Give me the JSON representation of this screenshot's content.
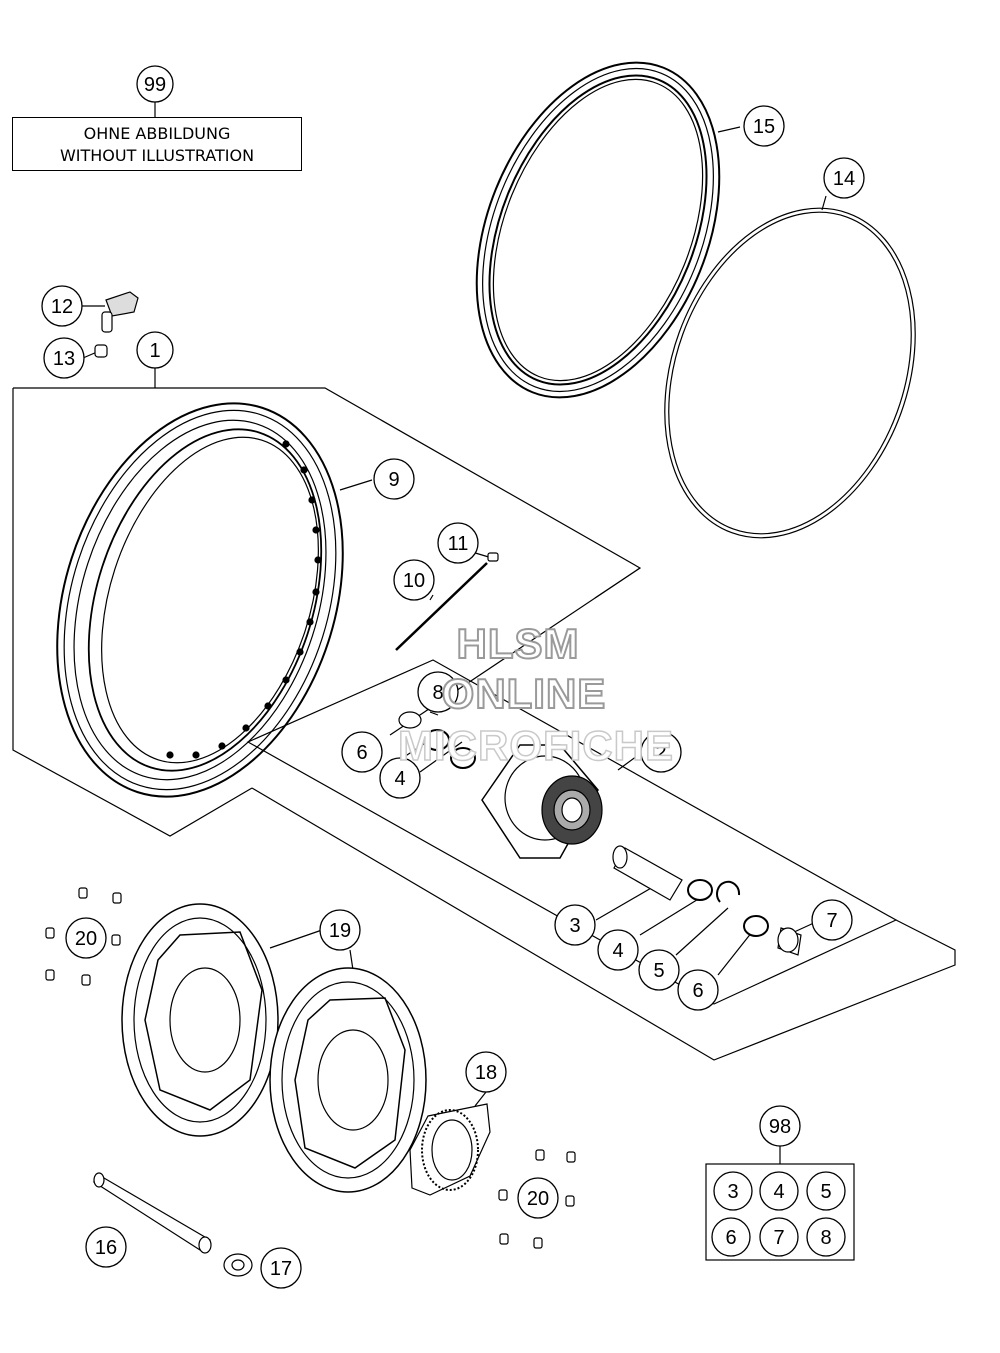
{
  "note": {
    "callout": "99",
    "line1": "OHNE ABBILDUNG",
    "line2": "WITHOUT ILLUSTRATION"
  },
  "watermark": {
    "line1": "HLSM",
    "line2": "ONLINE",
    "line3": "MICROFICHE"
  },
  "callouts": {
    "c1": "1",
    "c2": "2",
    "c3a": "3",
    "c4a": "4",
    "c4b": "4",
    "c5": "5",
    "c6a": "6",
    "c6b": "6",
    "c7": "7",
    "c8": "8",
    "c9": "9",
    "c10": "10",
    "c11": "11",
    "c12": "12",
    "c13": "13",
    "c14": "14",
    "c15": "15",
    "c16": "16",
    "c17": "17",
    "c18": "18",
    "c19": "19",
    "c20a": "20",
    "c20b": "20",
    "c98": "98"
  },
  "kit98": {
    "items": [
      "3",
      "4",
      "5",
      "6",
      "7",
      "8"
    ]
  }
}
